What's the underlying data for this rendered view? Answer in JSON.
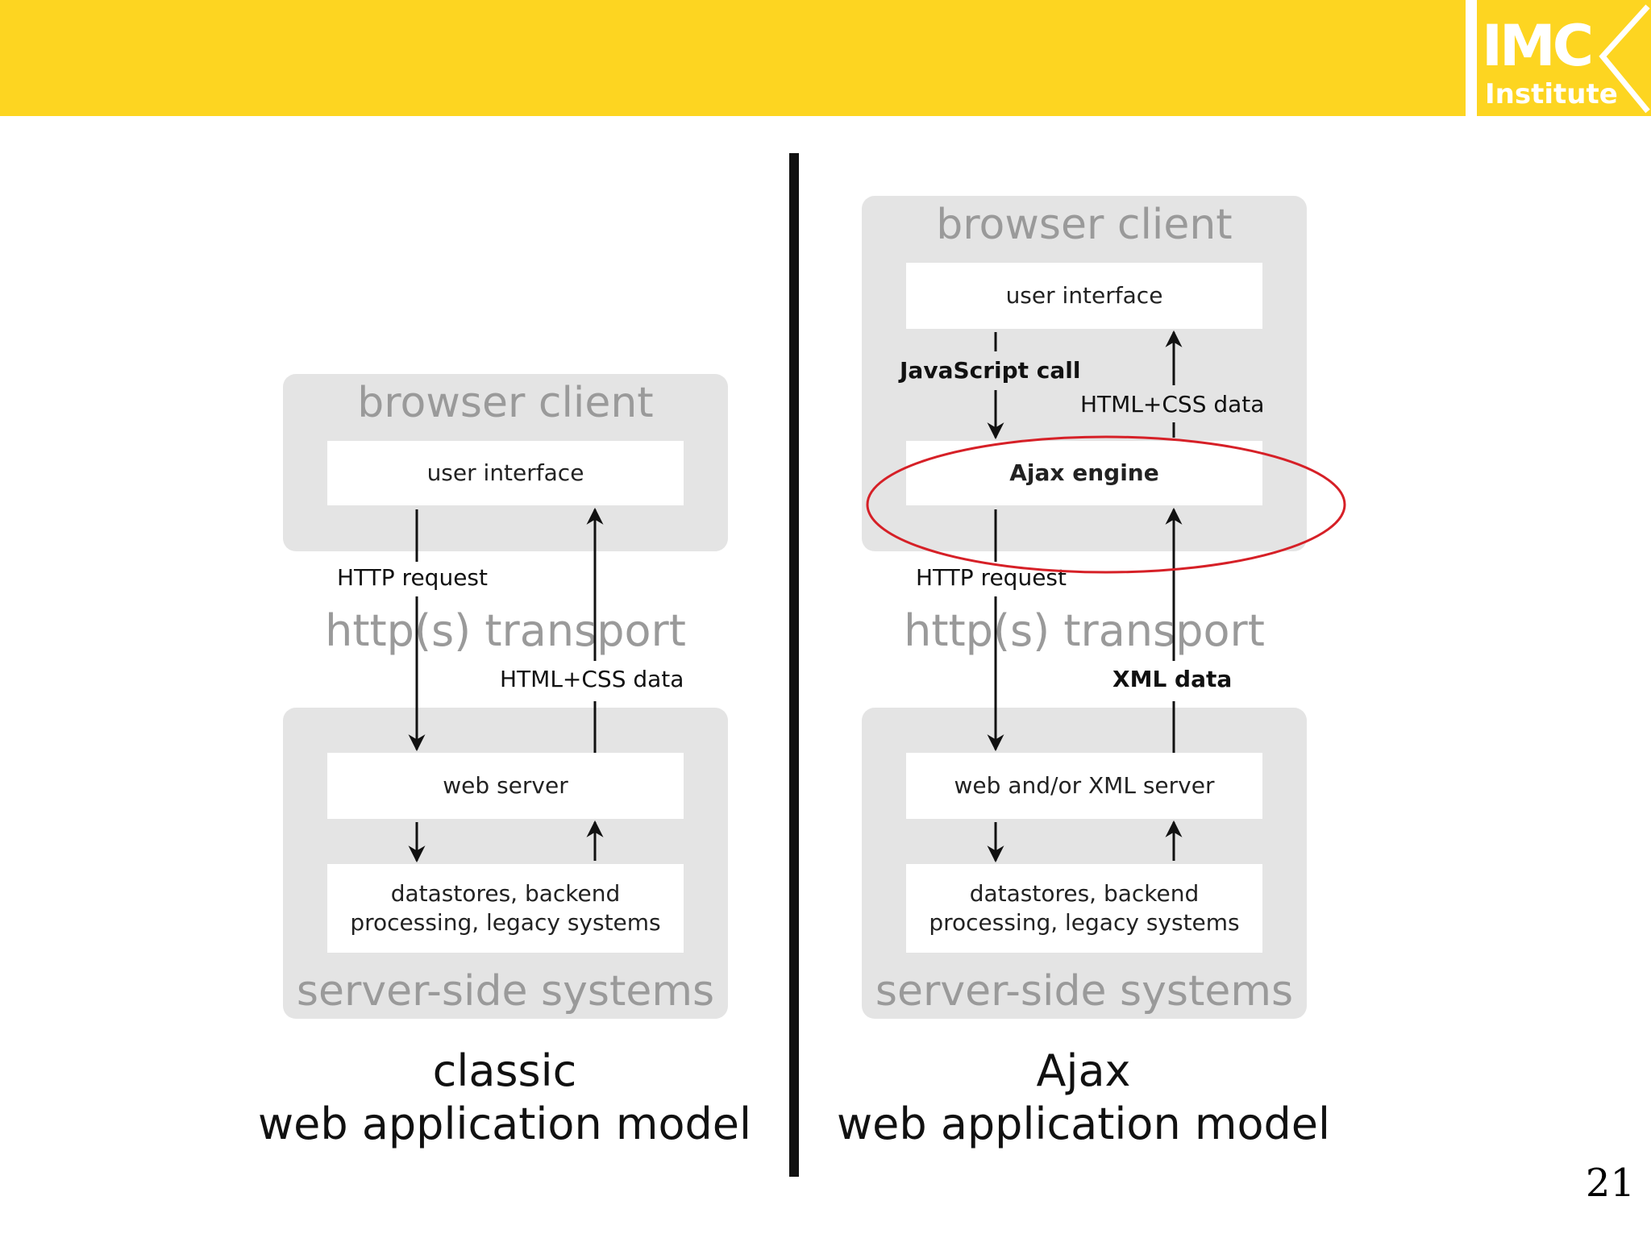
{
  "logo": {
    "main": "IMC",
    "sub": "Institute"
  },
  "page_number": "21",
  "classic": {
    "browser_title": "browser client",
    "user_interface": "user interface",
    "http_request": "HTTP request",
    "transport": "http(s) transport",
    "response_label": "HTML+CSS data",
    "web_server": "web server",
    "datastores_line1": "datastores, backend",
    "datastores_line2": "processing, legacy systems",
    "server_title": "server-side systems",
    "caption_line1": "classic",
    "caption_line2": "web application model"
  },
  "ajax": {
    "browser_title": "browser client",
    "user_interface": "user interface",
    "js_call": "JavaScript call",
    "html_css": "HTML+CSS data",
    "ajax_engine": "Ajax engine",
    "http_request": "HTTP request",
    "transport": "http(s) transport",
    "xml_data": "XML data",
    "web_server": "web and/or XML server",
    "datastores_line1": "datastores, backend",
    "datastores_line2": "processing, legacy systems",
    "server_title": "server-side systems",
    "caption_line1": "Ajax",
    "caption_line2": "web application model"
  },
  "colors": {
    "banner": "#fdd521",
    "panel": "#e4e4e4",
    "highlight": "#d62027"
  }
}
